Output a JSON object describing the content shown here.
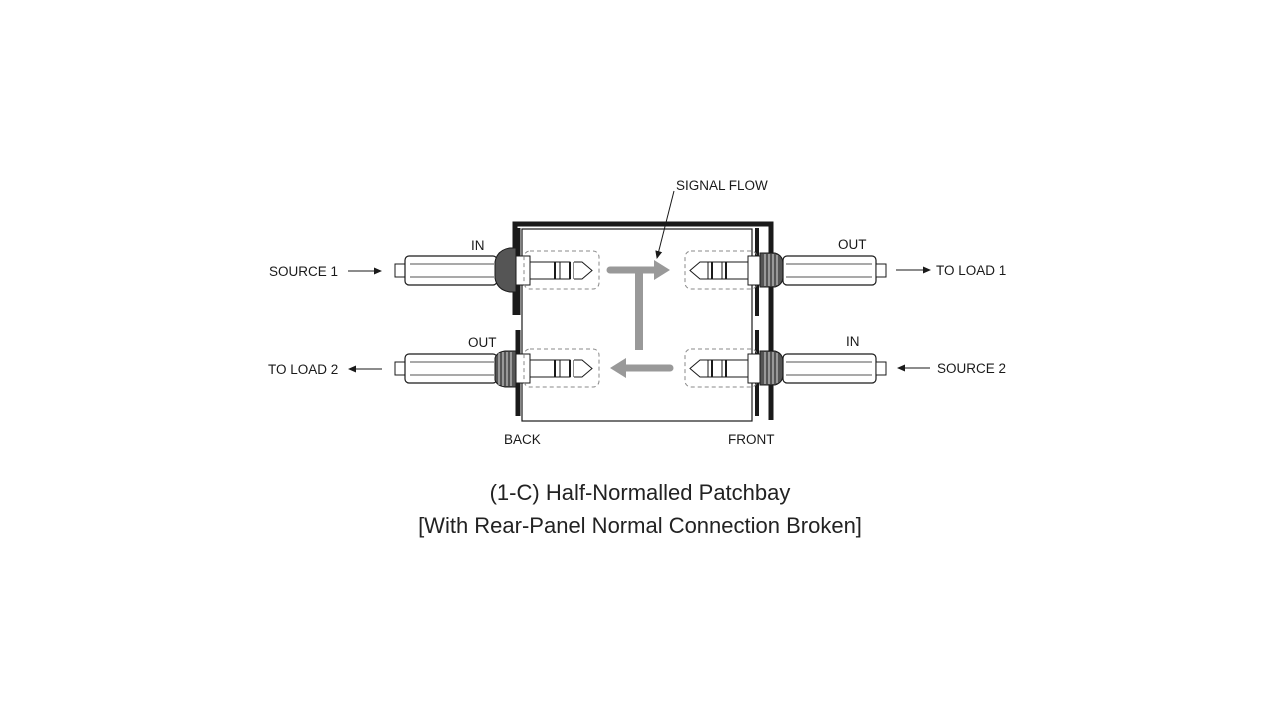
{
  "labels": {
    "signal_flow": "SIGNAL FLOW",
    "source1": "SOURCE 1",
    "to_load1": "TO LOAD 1",
    "to_load2": "TO LOAD 2",
    "source2": "SOURCE 2",
    "in_back": "IN",
    "out_back": "OUT",
    "out_front": "OUT",
    "in_front": "IN",
    "back": "BACK",
    "front": "FRONT"
  },
  "caption": {
    "title": "(1-C) Half-Normalled Patchbay",
    "subtitle": "[With Rear-Panel Normal Connection Broken]"
  },
  "colors": {
    "line": "#1a1a1a",
    "flow_arrow": "#999999",
    "dashed": "#888888",
    "collar": "#555555"
  }
}
